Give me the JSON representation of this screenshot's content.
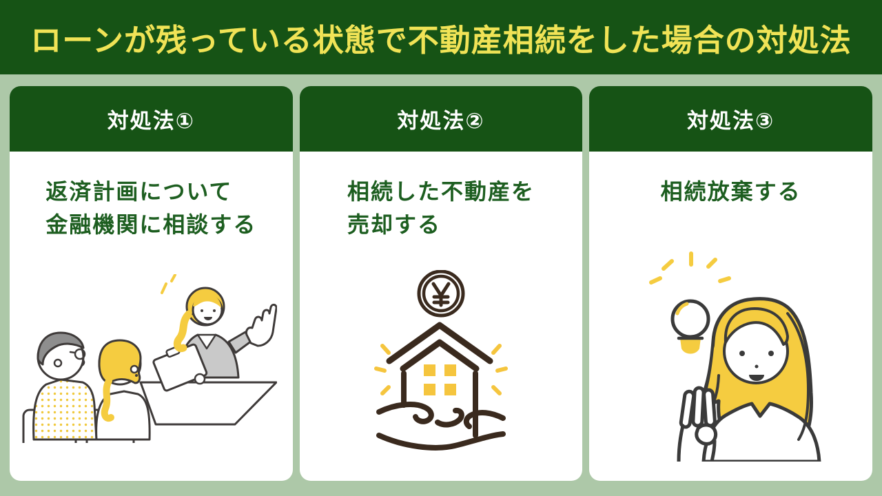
{
  "page": {
    "title": "ローンが残っている状態で不動産相続をした場合の対処法"
  },
  "cards": [
    {
      "header": "対処法①",
      "lines": [
        "返済計画について",
        "金融機関に相談する"
      ],
      "illustration": "family-consulting-financial-advisor"
    },
    {
      "header": "対処法②",
      "lines": [
        "相続した不動産を",
        "売却する"
      ],
      "illustration": "hand-holding-house-with-yen-coin"
    },
    {
      "header": "対処法③",
      "lines": [
        "相続放棄する"
      ],
      "illustration": "woman-ok-sign-with-lightbulb"
    }
  ],
  "colors": {
    "background": "#adc8a8",
    "banner_green": "#165315",
    "title_yellow": "#f0e356",
    "card_text_green": "#1d5e20",
    "card_bg": "#ffffff",
    "accent_yellow": "#f5cc40",
    "line_dark": "#3e3a39",
    "line_brown": "#3a2a1e"
  }
}
